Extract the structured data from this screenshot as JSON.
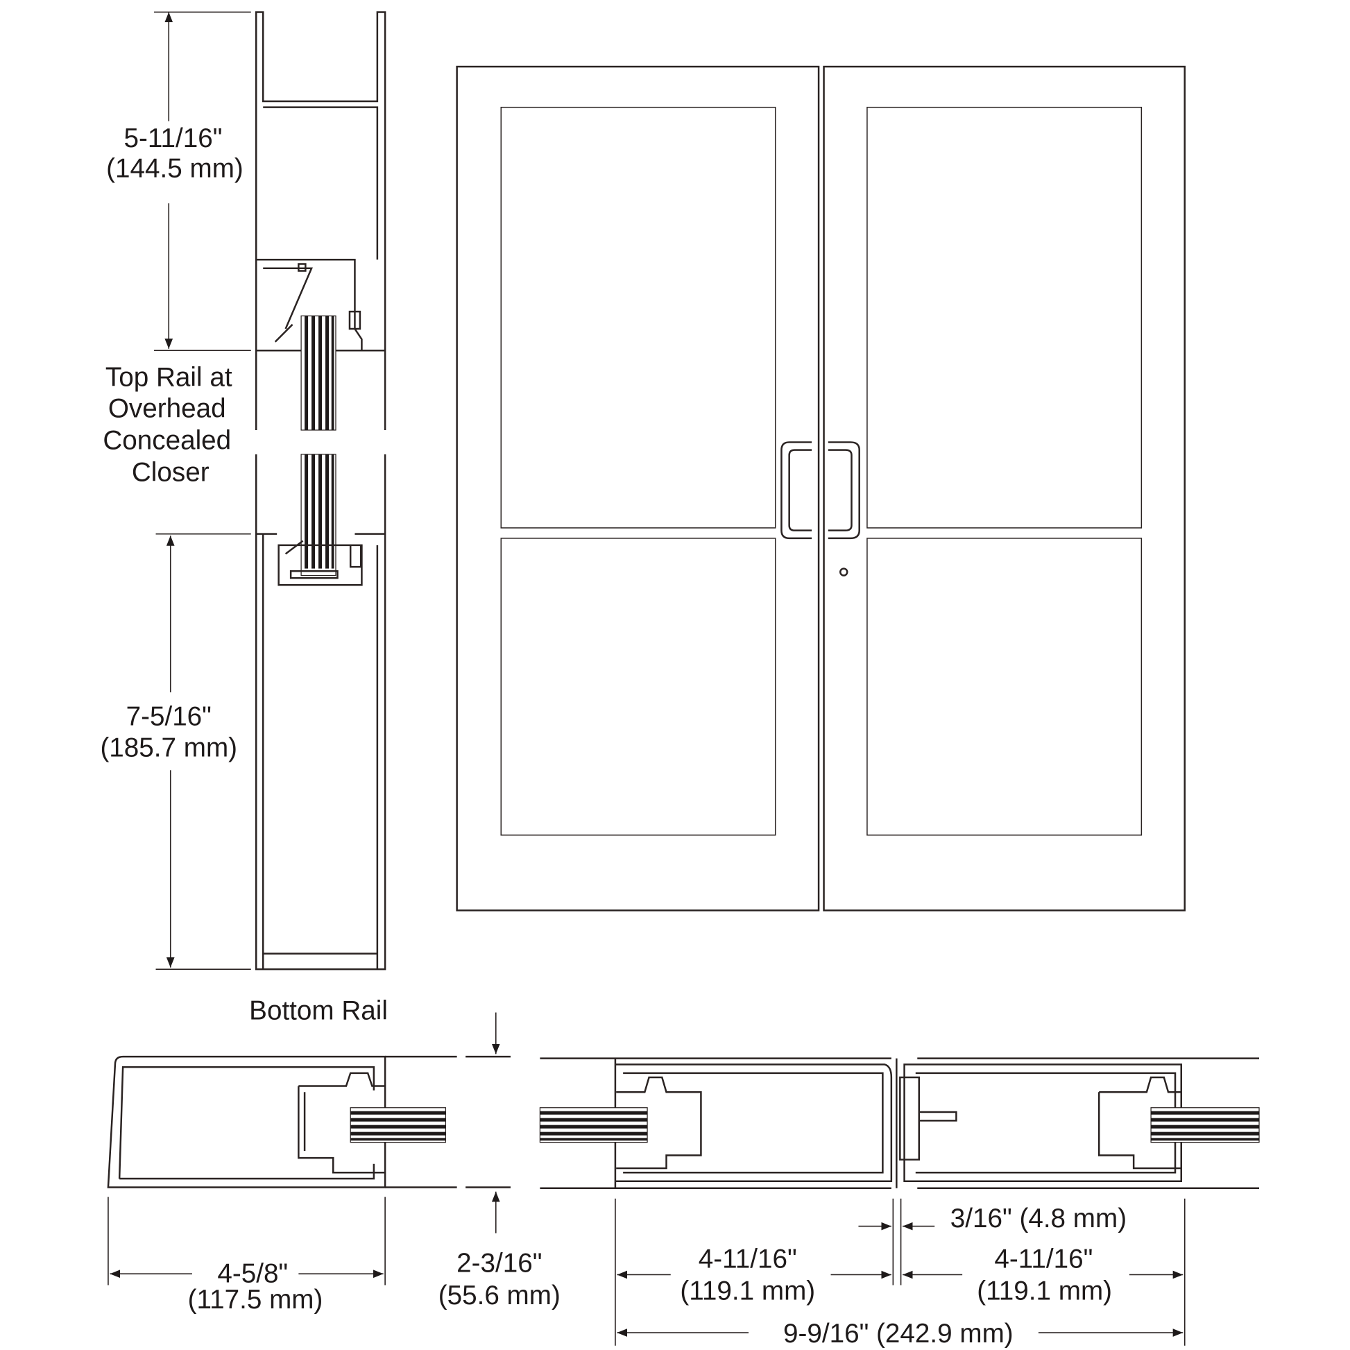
{
  "vertical_section": {
    "top_dim": {
      "imperial": "5-11/16\"",
      "metric": "(144.5 mm)"
    },
    "top_label": [
      "Top Rail at",
      "Overhead",
      "Concealed",
      "Closer"
    ],
    "bottom_dim": {
      "imperial": "7-5/16\"",
      "metric": "(185.7 mm)"
    },
    "bottom_label": "Bottom Rail"
  },
  "horizontal_section": {
    "stile_dim": {
      "imperial": "4-5/8\"",
      "metric": "(117.5 mm)"
    },
    "depth_dim": {
      "imperial": "2-3/16\"",
      "metric": "(55.6 mm)"
    },
    "left_stile_dim": {
      "imperial": "4-11/16\"",
      "metric": "(119.1 mm)"
    },
    "gap_dim": "3/16\" (4.8 mm)",
    "right_stile_dim": {
      "imperial": "4-11/16\"",
      "metric": "(119.1 mm)"
    },
    "overall_dim": "9-9/16\" (242.9 mm)"
  },
  "colors": {
    "line": "#2a2322",
    "background": "#ffffff"
  }
}
